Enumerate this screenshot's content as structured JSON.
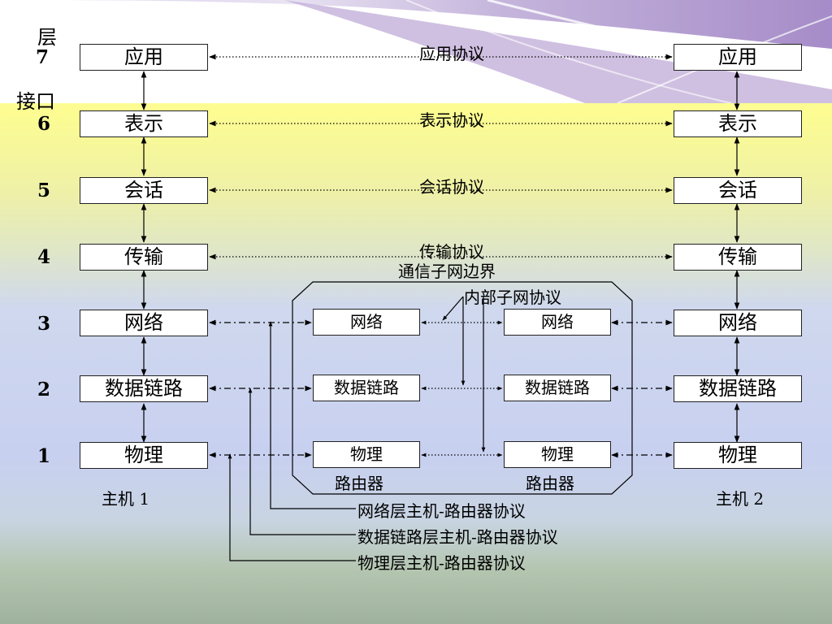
{
  "header": {
    "layer_label": "层",
    "interface_label": "接口"
  },
  "layer_numbers": [
    "7",
    "6",
    "5",
    "4",
    "3",
    "2",
    "1"
  ],
  "host_layers": [
    "应用",
    "表示",
    "会话",
    "传输",
    "网络",
    "数据链路",
    "物理"
  ],
  "router_layers": [
    "网络",
    "数据链路",
    "物理"
  ],
  "peer_protocols": [
    "应用协议",
    "表示协议",
    "会话协议",
    "传输协议"
  ],
  "subnet": {
    "boundary_label": "通信子网边界",
    "internal_protocol": "内部子网协议",
    "router_label": "路由器"
  },
  "hosts": {
    "left": "主机 1",
    "right": "主机 2"
  },
  "host_router_protocols": [
    "网络层主机-路由器协议",
    "数据链路层主机-路由器协议",
    "物理层主机-路由器协议"
  ]
}
